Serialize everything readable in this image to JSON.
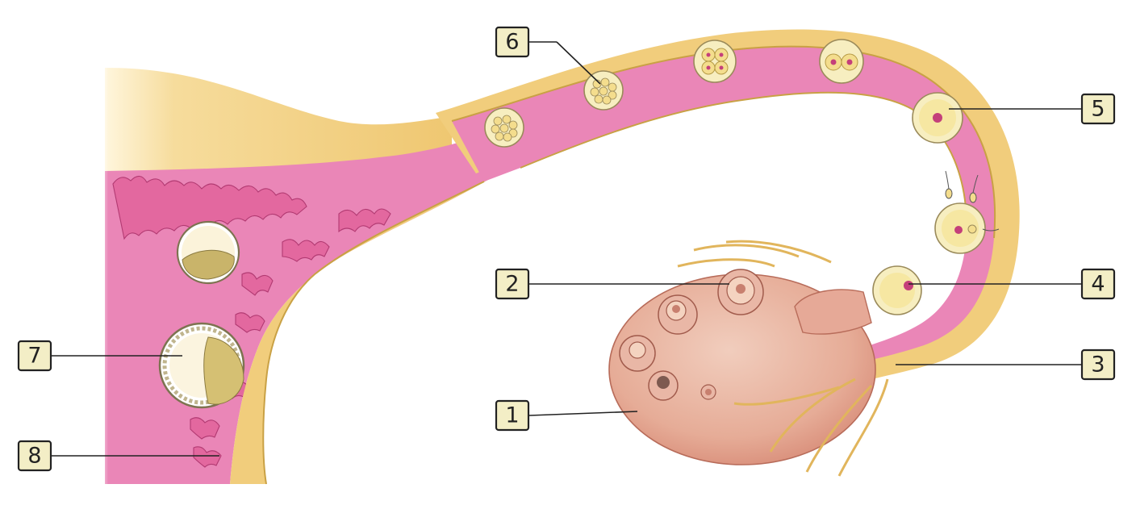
{
  "labels": [
    {
      "id": "1",
      "text": "1"
    },
    {
      "id": "2",
      "text": "2"
    },
    {
      "id": "3",
      "text": "3"
    },
    {
      "id": "4",
      "text": "4"
    },
    {
      "id": "5",
      "text": "5"
    },
    {
      "id": "6",
      "text": "6"
    },
    {
      "id": "7",
      "text": "7"
    },
    {
      "id": "8",
      "text": "8"
    }
  ],
  "colors": {
    "tube_pink": "#ea86b7",
    "wall_tan": "#f1cd7c",
    "ovary": "#e2a58e",
    "cell_yellow": "#f6e7a2",
    "nucleus": "#c4407a",
    "label_fill": "#f3eec6"
  }
}
